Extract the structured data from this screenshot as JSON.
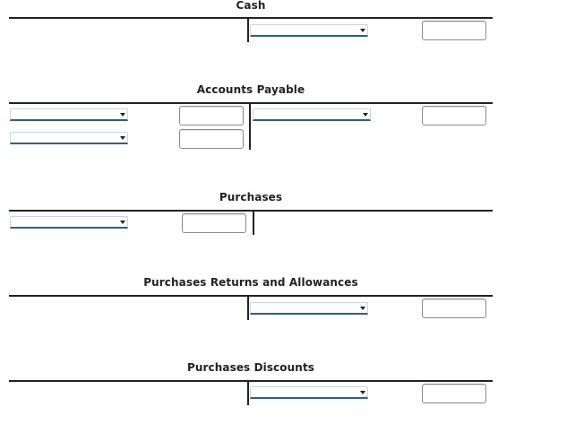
{
  "accounts": {
    "cash": {
      "title": "Cash",
      "credit": {
        "select_value": "",
        "amount": ""
      }
    },
    "accounts_payable": {
      "title": "Accounts Payable",
      "debit_rows": [
        {
          "select_value": "",
          "amount": ""
        },
        {
          "select_value": "",
          "amount": ""
        }
      ],
      "credit": {
        "select_value": "",
        "amount": ""
      }
    },
    "purchases": {
      "title": "Purchases",
      "debit": {
        "select_value": "",
        "amount": ""
      }
    },
    "purchases_returns": {
      "title": "Purchases Returns and Allowances",
      "credit": {
        "select_value": "",
        "amount": ""
      }
    },
    "purchases_discounts": {
      "title": "Purchases Discounts",
      "credit": {
        "select_value": "",
        "amount": ""
      }
    }
  }
}
